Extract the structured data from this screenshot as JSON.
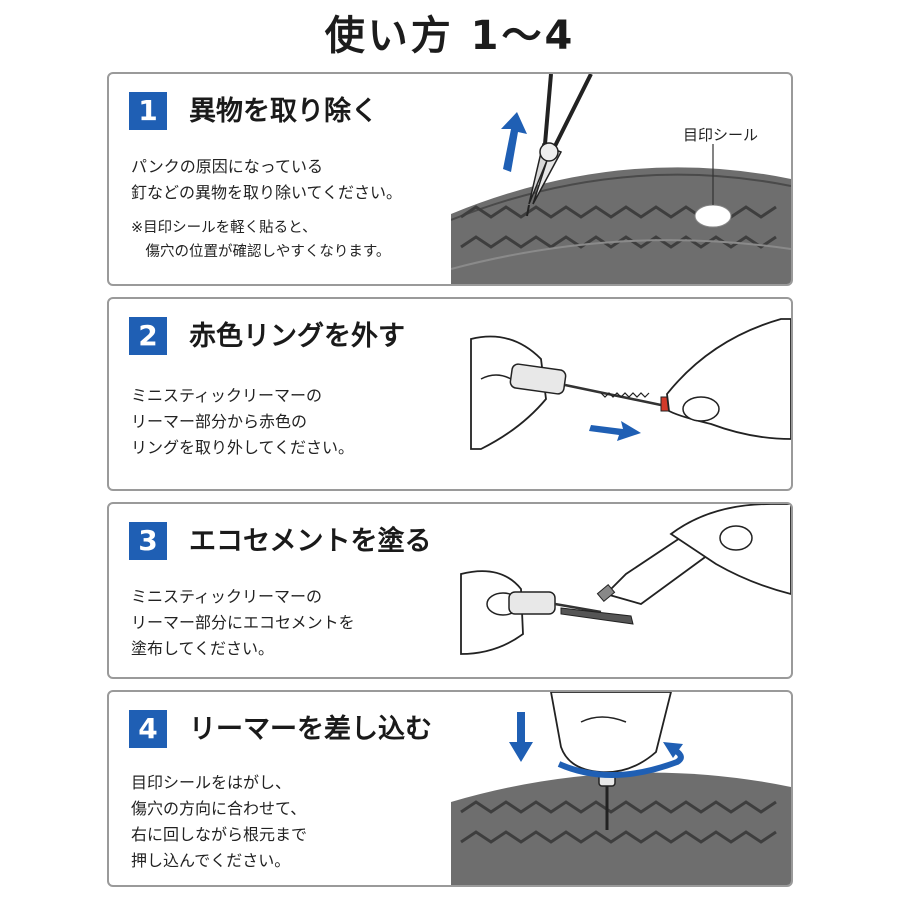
{
  "page": {
    "title": "使い方 1～4"
  },
  "steps": [
    {
      "number": "1",
      "title": "異物を取り除く",
      "lines": [
        "パンクの原因になっている",
        "釘などの異物を取り除いてください。"
      ],
      "note": [
        "※目印シールを軽く貼ると、",
        "　傷穴の位置が確認しやすくなります。"
      ],
      "label": "目印シール"
    },
    {
      "number": "2",
      "title": "赤色リングを外す",
      "lines": [
        "ミニスティックリーマーの",
        "リーマー部分から赤色の",
        "リングを取り外してください。"
      ]
    },
    {
      "number": "3",
      "title": "エコセメントを塗る",
      "lines": [
        "ミニスティックリーマーの",
        "リーマー部分にエコセメントを",
        "塗布してください。"
      ]
    },
    {
      "number": "4",
      "title": "リーマーを差し込む",
      "lines": [
        "目印シールをはがし、",
        "傷穴の方向に合わせて、",
        "右に回しながら根元まで",
        "押し込んでください。"
      ]
    }
  ],
  "colors": {
    "accent": "#1f5fb4",
    "ring": "#d23a2a",
    "tire": "#6e6e6e",
    "tread": "#5a5a5a"
  },
  "icons": [
    "pliers-icon",
    "up-arrow-icon",
    "reamer-icon",
    "right-arrow-icon",
    "glue-tube-icon",
    "down-arrow-icon",
    "rotate-arrow-icon",
    "tire-icon",
    "hand-icon"
  ]
}
